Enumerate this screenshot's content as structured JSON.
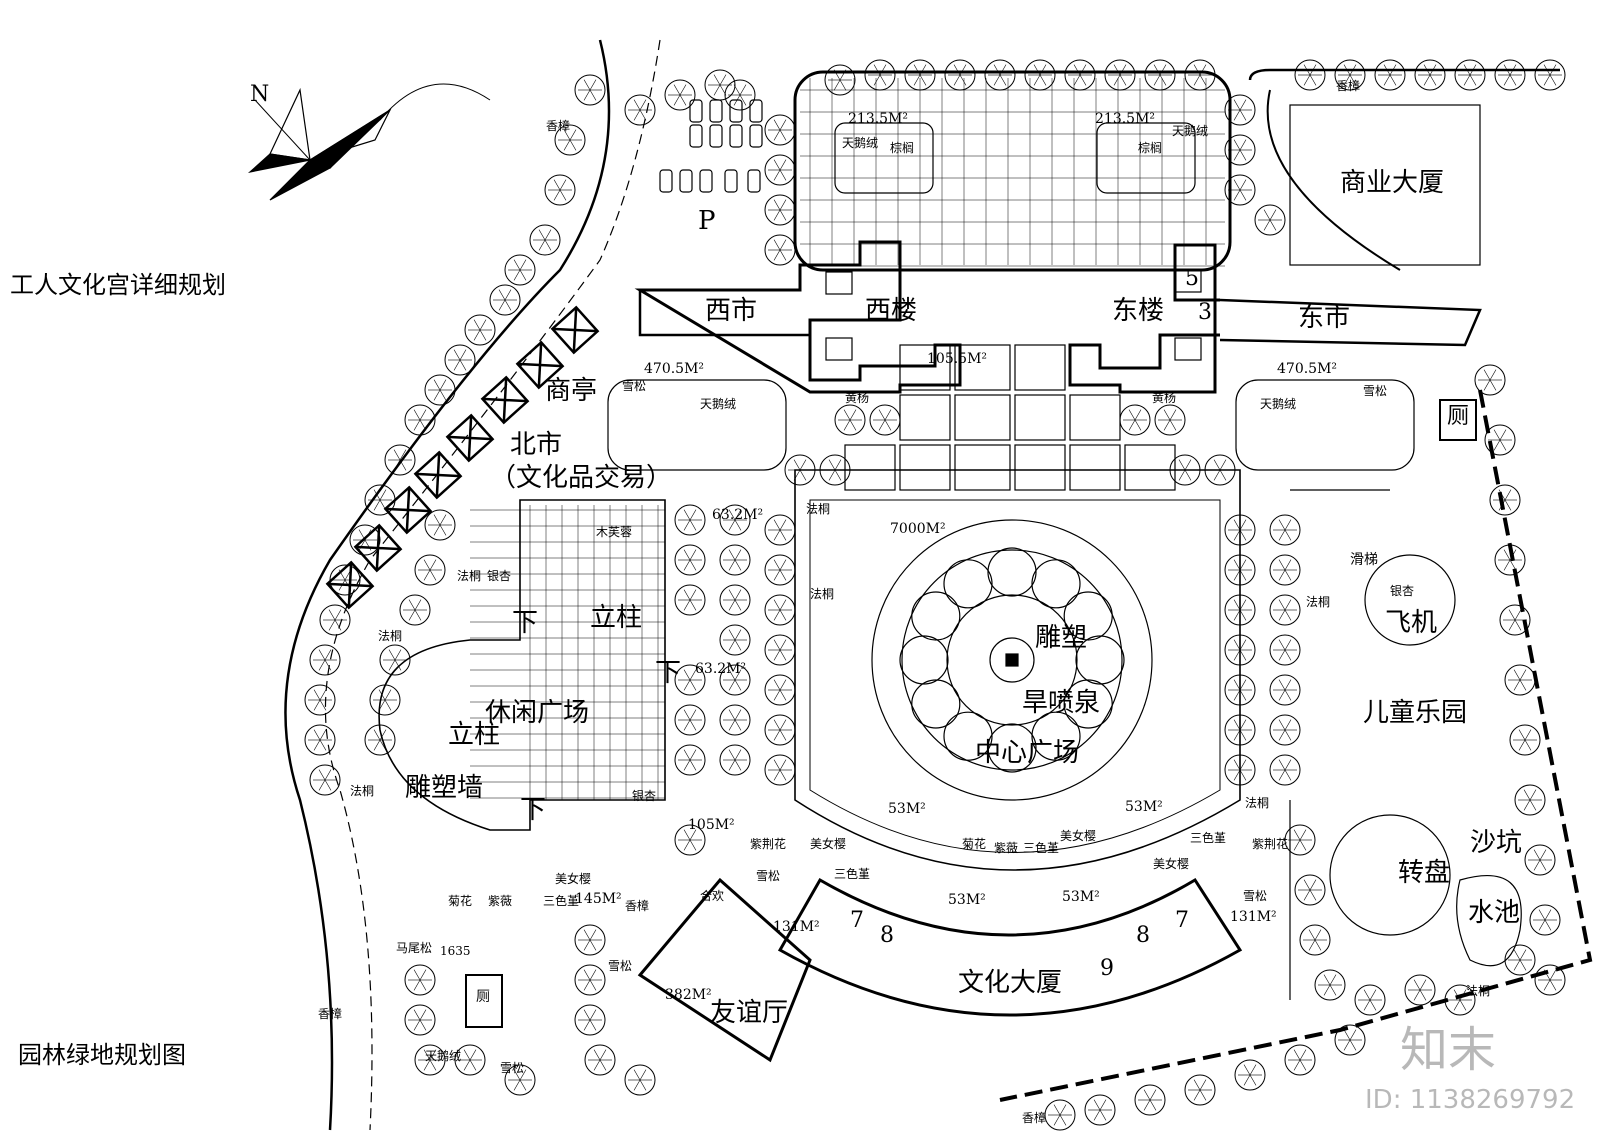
{
  "titles": {
    "main": "工人文化宫详细规划",
    "sub": "园林绿地规划图"
  },
  "compass": {
    "north": "N"
  },
  "watermark": {
    "brand": "知末",
    "id": "ID: 1138269792"
  },
  "buildings": {
    "west_tower": "西楼",
    "east_tower": "东楼",
    "west_market": "西市",
    "east_market": "东市",
    "commercial": "商业大厦",
    "culture_hall": "文化大厦",
    "friendship_hall": "友谊厅",
    "shop_pavilion": "商亭",
    "north_market": "北市",
    "north_market_sub": "（文化品交易）",
    "toilet": "厕",
    "parking": "P"
  },
  "zones": {
    "leisure_plaza": "休闲广场",
    "central_plaza": "中心广场",
    "sculpture": "雕塑",
    "dry_fountain": "旱喷泉",
    "kids_park": "儿童乐园",
    "airplane": "飞机",
    "sandpit": "沙坑",
    "carousel": "转盘",
    "pool": "水池",
    "slide": "滑梯",
    "column_a": "立柱",
    "column_b": "立柱",
    "sculpture_wall": "雕塑墙",
    "down_a": "下",
    "down_b": "下",
    "down_c": "下"
  },
  "areas": {
    "north_left": "213.5M²",
    "north_right": "213.5M²",
    "court": "105.5M²",
    "bed_left": "470.5M²",
    "bed_right": "470.5M²",
    "central": "7000M²",
    "strip_upper": "63.2M²",
    "strip_lower": "63.2M²",
    "round_bed": "105M²",
    "bed_53a": "53M²",
    "bed_53b": "53M²",
    "bed_53c": "53M²",
    "bed_53d": "53M²",
    "left_strip": "145M²",
    "tri_left": "131M²",
    "tri_right": "131M²",
    "friendship": "382M²"
  },
  "plants": {
    "camphor_a": "香樟",
    "camphor_b": "香樟",
    "camphor_c": "香樟",
    "camphor_d": "香樟",
    "camphor_e": "香樟",
    "velvet_a": "天鹅绒",
    "velvet_b": "天鹅绒",
    "velvet_c": "天鹅绒",
    "velvet_d": "天鹅绒",
    "velvet_e": "天鹅绒",
    "palm_a": "棕榈",
    "palm_b": "棕榈",
    "cedar_a": "雪松",
    "cedar_b": "雪松",
    "cedar_c": "雪松",
    "cedar_d": "雪松",
    "cedar_e": "雪松",
    "cedar_f": "雪松",
    "ginkgo_a": "银杏",
    "ginkgo_b": "银杏",
    "ginkgo_c": "银杏",
    "plane_a": "法桐",
    "plane_b": "法桐",
    "plane_c": "法桐",
    "plane_d": "法桐",
    "plane_e": "法桐",
    "plane_f": "法桐",
    "plane_g": "法桐",
    "plane_h": "法桐",
    "boxwood_a": "黄杨",
    "boxwood_b": "黄杨",
    "hibiscus": "木芙蓉",
    "verbena_a": "美女樱",
    "verbena_b": "美女樱",
    "verbena_c": "美女樱",
    "verbena_d": "美女樱",
    "pansy_a": "三色堇",
    "pansy_b": "三色堇",
    "pansy_c": "三色堇",
    "pansy_d": "三色堇",
    "chrysanthemum_a": "菊花",
    "chrysanthemum_b": "菊花",
    "crape_a": "紫薇",
    "crape_b": "紫薇",
    "redbud_a": "紫荆花",
    "redbud_b": "紫荆花",
    "albizia": "合欢",
    "pine": "马尾松",
    "pine_num": "1635"
  },
  "numbers": {
    "n5": "5",
    "n3": "3",
    "n7a": "7",
    "n8a": "8",
    "n9": "9",
    "n8b": "8",
    "n7b": "7"
  }
}
